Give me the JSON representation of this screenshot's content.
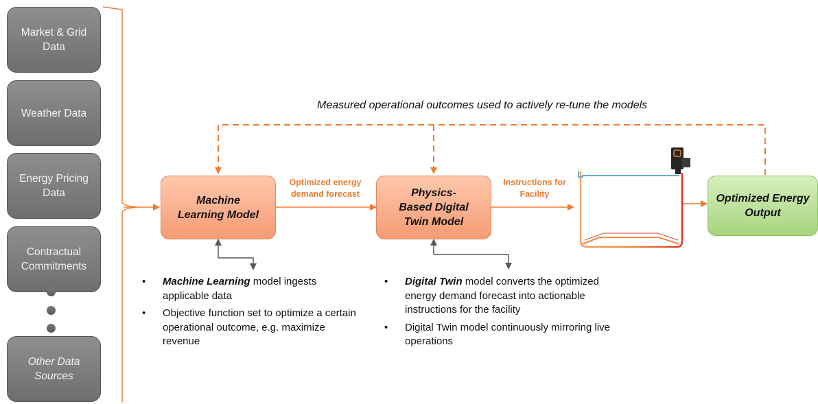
{
  "sources": [
    {
      "label": "Market & Grid Data",
      "italic": false
    },
    {
      "label": "Weather Data",
      "italic": false
    },
    {
      "label": "Energy Pricing Data",
      "italic": false
    },
    {
      "label": "Contractual Commitments",
      "italic": false
    },
    {
      "label": "Other Data Sources",
      "italic": true
    }
  ],
  "feedback_caption": "Measured operational outcomes used to actively re-tune the models",
  "models": {
    "ml": "Machine Learning Model",
    "twin": "Physics-Based Digital Twin Model",
    "output": "Optimized Energy Output"
  },
  "edge_labels": {
    "forecast": "Optimized energy demand forecast",
    "instructions": "Instructions for Facility"
  },
  "ml_notes": {
    "bullet": "•",
    "item1_bold": "Machine Learning",
    "item1_rest": " model ingests applicable data",
    "item2": "Objective function set to optimize a certain operational outcome, e.g. maximize revenue"
  },
  "twin_notes": {
    "bullet": "•",
    "item1_bold": "Digital Twin",
    "item1_rest": " model converts the optimized energy demand forecast into actionable instructions for the facility",
    "item2": "Digital Twin model continuously mirroring live operations"
  },
  "colors": {
    "accent": "#ed7d31",
    "connector_gray": "#595959",
    "source_fill": "#7f7f7f",
    "model_fill": "#f9a97f",
    "output_fill": "#b6dc93",
    "pool_top": "#6fa8c9"
  },
  "icons": {
    "facility": "pool-icon",
    "pump": "pump-icon"
  }
}
